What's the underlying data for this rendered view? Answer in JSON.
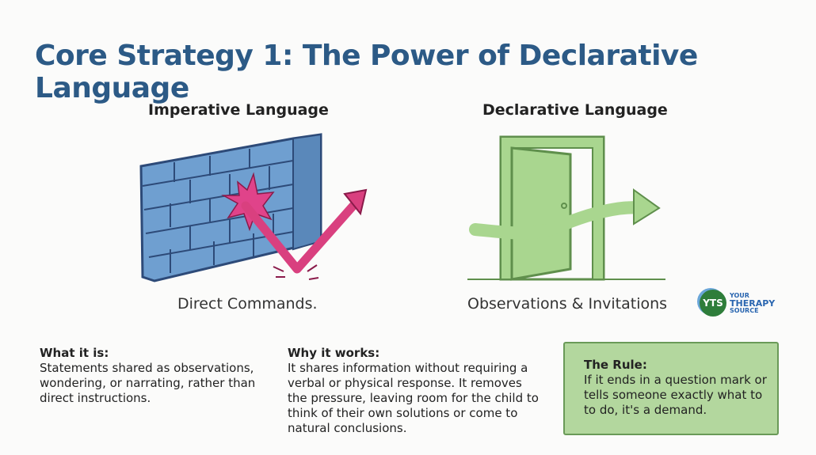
{
  "title": "Core Strategy 1: The Power of Declarative Language",
  "left": {
    "heading": "Imperative Language",
    "caption": "Direct Commands."
  },
  "right": {
    "heading": "Declarative Language",
    "caption": "Observations & Invitations"
  },
  "what_it_is": {
    "heading": "What it is:",
    "body": "Statements shared as observations, wondering, or narrating, rather than direct instructions."
  },
  "why_it_works": {
    "heading": "Why it works:",
    "body": "It shares information without requiring a verbal or physical response. It removes the pressure, leaving room for the child to think of their own solutions or come to natural conclusions."
  },
  "rule": {
    "heading": "The Rule:",
    "body": "If it ends in a question mark or tells someone exactly what to to do, it's a demand."
  },
  "logo": {
    "mark": "YTS",
    "line1": "YOUR",
    "line2": "THERAPY",
    "line3": "SOURCE"
  },
  "colors": {
    "title": "#2c5a86",
    "wall": "#6f9fd0",
    "arrow": "#d9407f",
    "door": "#a9d68f",
    "rule_box": "#b3d79e"
  }
}
